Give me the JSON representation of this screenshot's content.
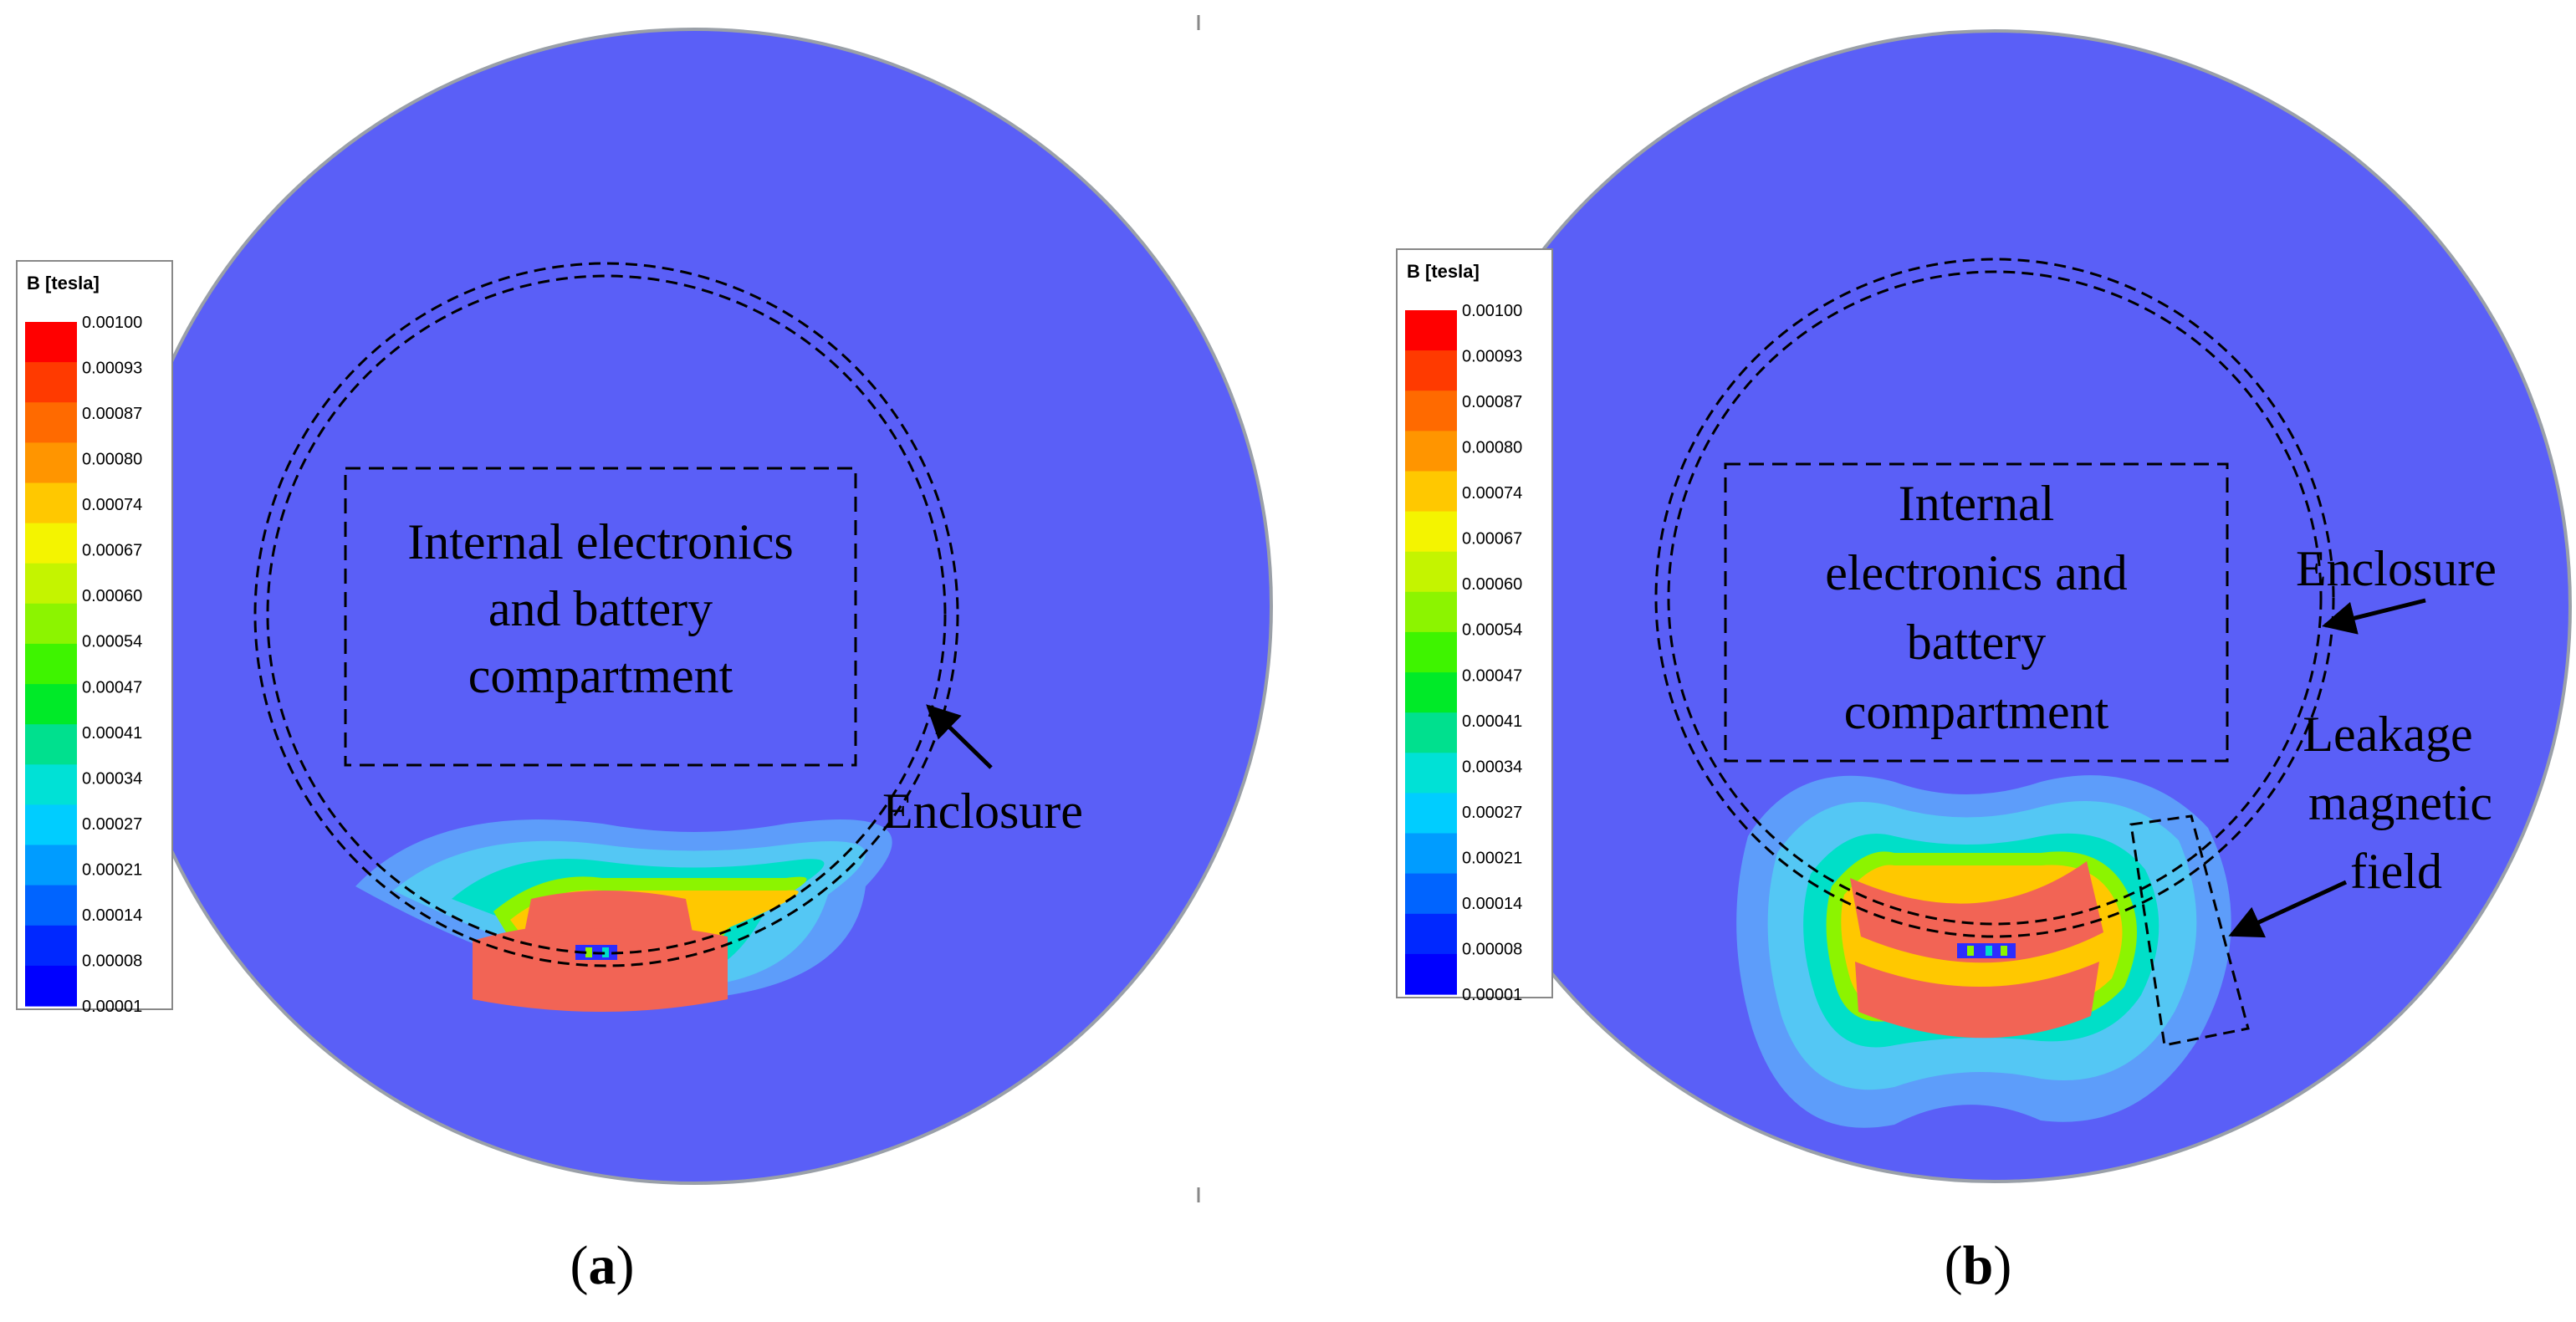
{
  "legend": {
    "title": "B [tesla]",
    "ticks": [
      "0.00100",
      "0.00093",
      "0.00087",
      "0.00080",
      "0.00074",
      "0.00067",
      "0.00060",
      "0.00054",
      "0.00047",
      "0.00041",
      "0.00034",
      "0.00027",
      "0.00021",
      "0.00014",
      "0.00008",
      "0.00001"
    ],
    "colors": [
      "#ff0000",
      "#ff3a00",
      "#ff6a00",
      "#ff9500",
      "#ffc800",
      "#f4f400",
      "#c4f400",
      "#8cf400",
      "#3ef400",
      "#00ea28",
      "#00e08e",
      "#00e1d6",
      "#00cdff",
      "#009cff",
      "#0064ff",
      "#0028ff",
      "#0000ff"
    ]
  },
  "colors": {
    "background_field": "#5a5ff7",
    "magnet": "#f26455"
  },
  "panels": [
    {
      "label": {
        "open": "(",
        "letter": "a",
        "close": ")"
      },
      "compartment_label": [
        "Internal electronics",
        "and battery",
        "compartment"
      ],
      "enclosure_label": "Enclosure"
    },
    {
      "label": {
        "open": "(",
        "letter": "b",
        "close": ")"
      },
      "compartment_label": [
        "Internal",
        "electronics and",
        "battery",
        "compartment"
      ],
      "enclosure_label": "Enclosure",
      "leakage_label": [
        "Leakage",
        "magnetic",
        "field"
      ]
    }
  ]
}
